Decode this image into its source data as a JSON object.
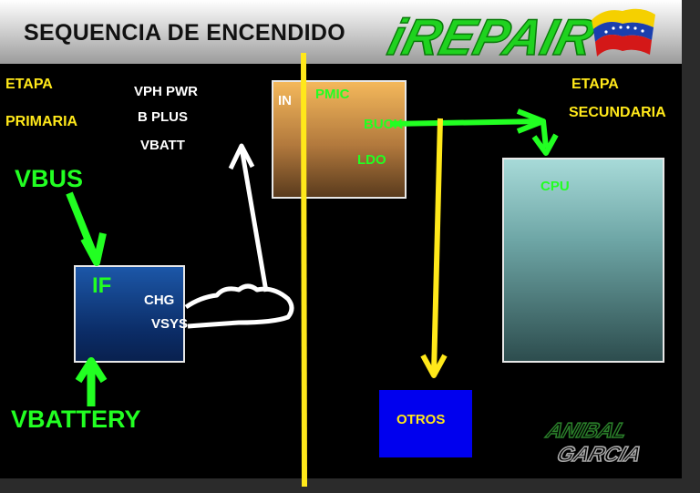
{
  "header": {
    "title": "SEQUENCIA DE ENCENDIDO",
    "logo_text": "iREPAIR"
  },
  "left_stage": {
    "line1": "ETAPA",
    "line2": "PRIMARIA"
  },
  "right_stage": {
    "line1": "ETAPA",
    "line2": "SECUNDARIA"
  },
  "rails": {
    "vph_pwr": "VPH PWR",
    "b_plus": "B PLUS",
    "vbatt": "VBATT"
  },
  "pmic": {
    "in_label": "IN",
    "title": "PMIC",
    "buck": "BUCK",
    "ldo": "LDO"
  },
  "if_block": {
    "title": "IF",
    "chg": "CHG",
    "vsys": "VSYS"
  },
  "cpu": {
    "label": "CPU"
  },
  "otros": {
    "label": "OTROS"
  },
  "inputs": {
    "vbus": "VBUS",
    "vbattery": "VBATTERY"
  },
  "signature": {
    "line1": "ANIBAL",
    "line2": "GARCIA"
  },
  "colors": {
    "yellow": "#ffe81a",
    "green": "#22ff22",
    "white": "#ffffff",
    "background": "#000000"
  },
  "icons": [
    "venezuela-flag-icon"
  ]
}
